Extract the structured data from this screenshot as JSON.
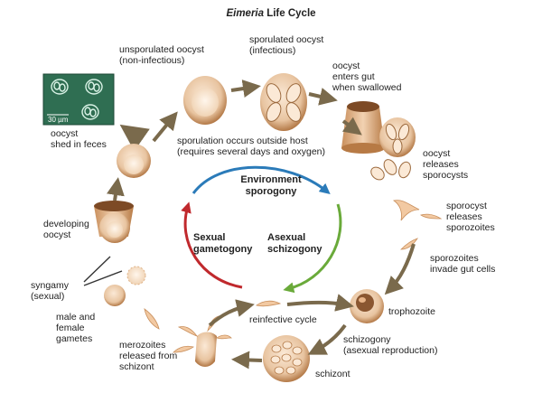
{
  "title": {
    "species": "Eimeria",
    "suffix": " Life Cycle"
  },
  "micrograph": {
    "scale": "30 µm"
  },
  "labels": {
    "unsporulated": "unsporulated oocyst\n(non-infectious)",
    "sporulated": "sporulated oocyst\n(infectious)",
    "enters_gut": "oocyst\nenters gut\nwhen swallowed",
    "shed": "oocyst\nshed in feces",
    "sporulation": "sporulation occurs outside host\n(requires several days and oxygen)",
    "releases_sporocysts": "oocyst\nreleases\nsporocysts",
    "releases_sporozoites": "sporocyst\nreleases\nsporozoites",
    "developing": "developing\noocyst",
    "invade": "sporozoites\ninvade gut cells",
    "syngamy": "syngamy\n(sexual)",
    "gametes": "male and\nfemale\ngametes",
    "trophozoite": "trophozoite",
    "reinfective": "reinfective cycle",
    "schizogony": "schizogony\n(asexual reproduction)",
    "merozoites": "merozoites\nreleased from\nschizont",
    "schizont": "schizont"
  },
  "center": {
    "environment": "Environment\nsporogony",
    "sexual": "Sexual\ngametogony",
    "asexual": "Asexual\nschizogony"
  },
  "colors": {
    "arrow": "#7a6a4c",
    "cyst_fill": "#e8c4a0",
    "cyst_dark": "#c98f5c",
    "cycle_blue": "#2b7bb9",
    "cycle_green": "#6aaa3a",
    "cycle_red": "#c0292d",
    "micro_bg": "#2f6e52"
  }
}
